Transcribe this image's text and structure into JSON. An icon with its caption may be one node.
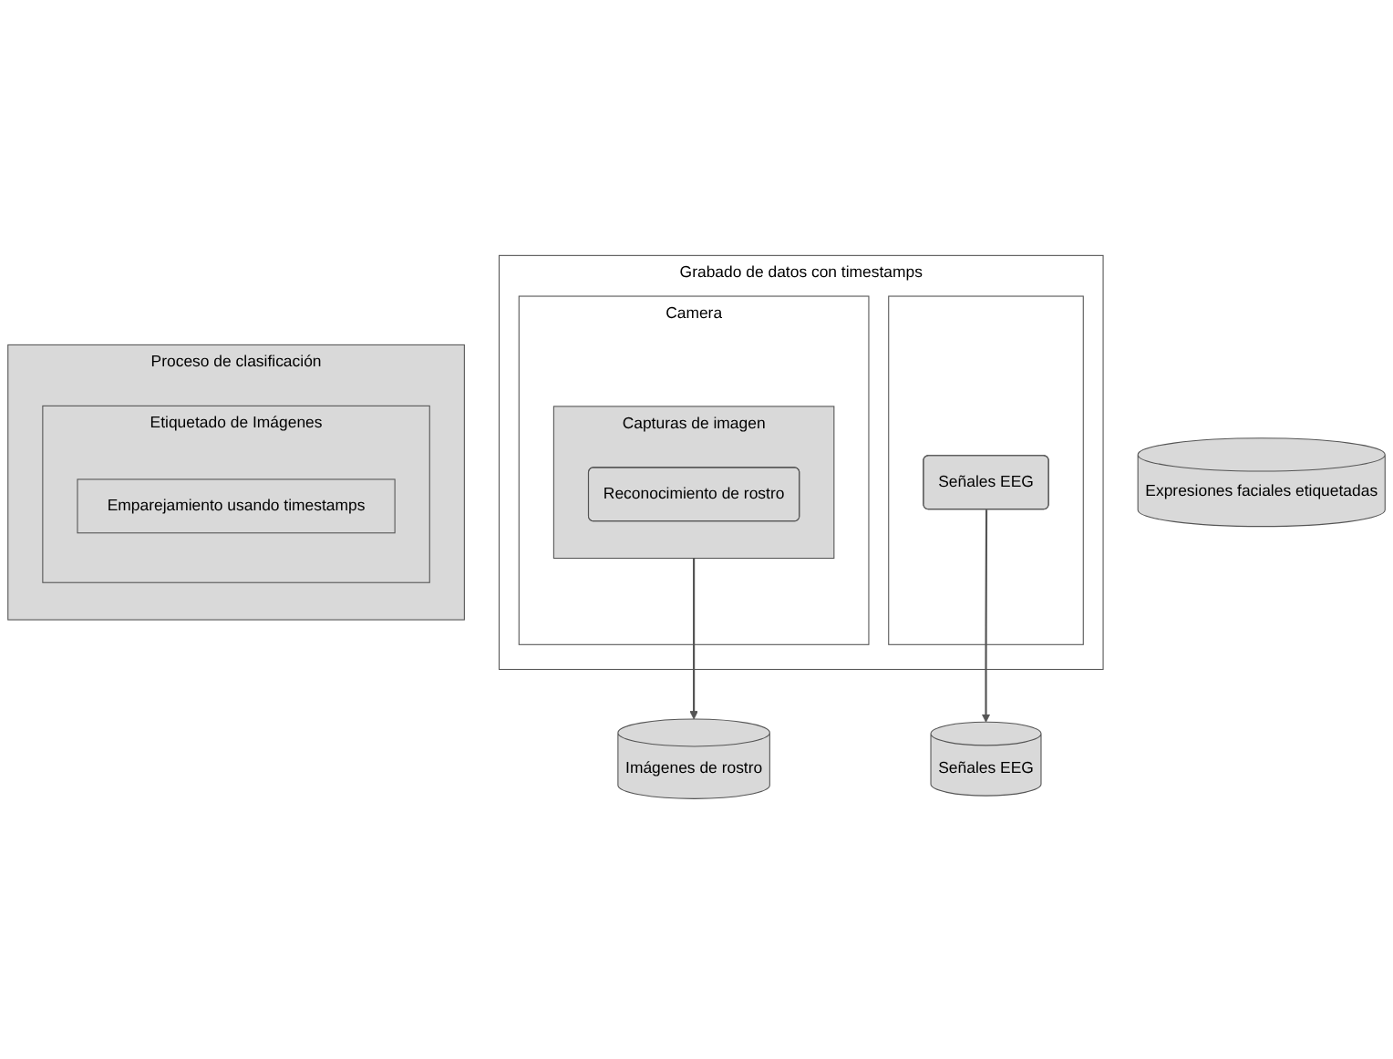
{
  "diagram": {
    "nodes": [
      {
        "text": [
          "Grabado de datos con timestamps"
        ]
      },
      {
        "text": [],
        "shape": "box",
        "in": 0
      },
      {
        "text": [
          "Señales EEG"
        ],
        "in": 1
      },
      {
        "text": [
          "Camera"
        ],
        "in": 0
      },
      {
        "text": [
          "Capturas de imagen"
        ],
        "in": 3
      },
      {
        "text": [
          "Reconocimiento de rostro"
        ],
        "in": 4
      },
      {
        "text": [
          "Señales EEG"
        ]
      },
      {
        "text": [
          "Imágenes de rostro"
        ]
      },
      {
        "text": [
          "Proceso de clasificación"
        ]
      },
      {
        "text": [
          "Etiquetado de Imágenes"
        ],
        "in": 8
      },
      {
        "text": [
          "Emparejamiento usando timestamps"
        ],
        "in": 9
      },
      {
        "text": [
          "Expresiones faciales etiquetadas"
        ]
      }
    ],
    "edges": [
      {
        "from": 2,
        "to": 6,
        "arrow": "to"
      },
      {
        "from": 4,
        "to": 7,
        "arrow": "to"
      }
    ]
  }
}
